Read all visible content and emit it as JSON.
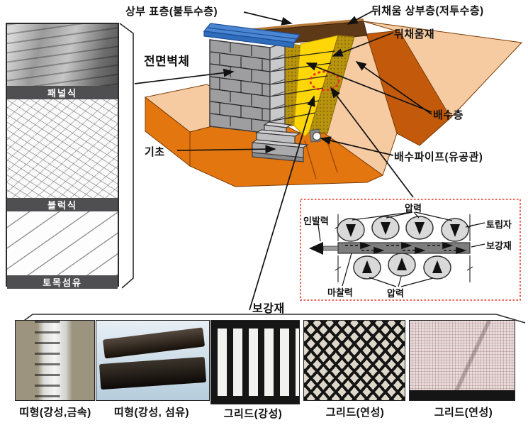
{
  "figure_labels": {
    "top_surface": "상부 표층(불투수층)",
    "backfill_upper": "뒤채움 상부층(저투수층)",
    "backfill": "뒤채움재",
    "front_wall": "전면벽체",
    "drainage_layer": "배수층",
    "foundation": "기초",
    "drain_pipe": "배수파이프(유공관)",
    "reinforcement": "보강재"
  },
  "wall_types": [
    {
      "label": "패널식"
    },
    {
      "label": "블럭식"
    },
    {
      "label": "토목섬유"
    }
  ],
  "reinforcement_types": [
    {
      "label": "띠형(강성,금속)"
    },
    {
      "label": "띠형(강성, 섬유)"
    },
    {
      "label": "그리드(강성)"
    },
    {
      "label": "그리드(연성)"
    },
    {
      "label": "그리드(연성)"
    }
  ],
  "detail_box": {
    "pressure_top": "압력",
    "pullout_force": "인발력",
    "soil_particle": "토립자",
    "reinforcement": "보강재",
    "friction": "마찰력",
    "pressure_bottom": "압력"
  },
  "colors": {
    "callout_red": "#e8321e",
    "ground_orange": "#e4760f",
    "ground_dark_orange": "#c35a0b",
    "ground_peach": "#f6cba2",
    "backfill_yellow": "#ffd608",
    "drainage_olive": "#b8940e",
    "wall_gray": "#9e9ea0",
    "cap_blue": "#3f7cc9",
    "topsoil_brown": "#5e3917"
  }
}
